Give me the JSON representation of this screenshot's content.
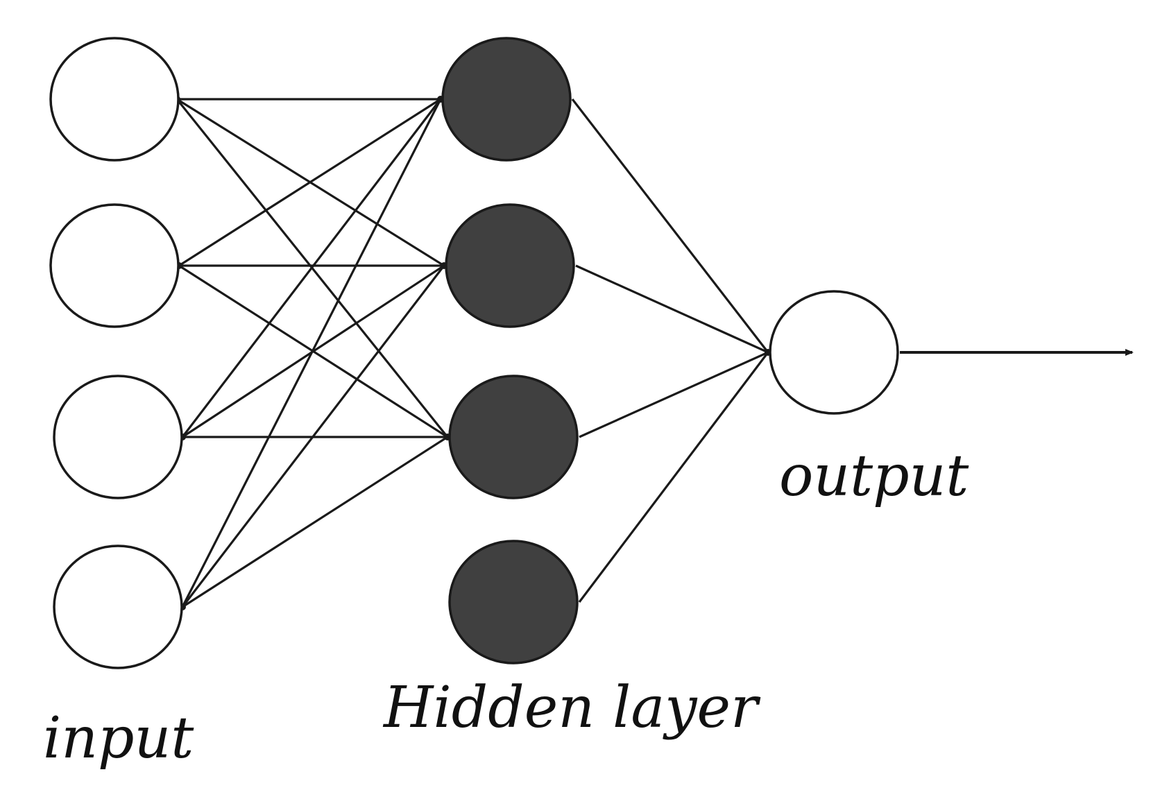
{
  "labels": {
    "input": "input",
    "hidden": "Hidden layer",
    "output": "output"
  },
  "network": {
    "input_nodes": 4,
    "hidden_nodes": 4,
    "output_nodes": 1,
    "input_to_hidden": [
      [
        0,
        0
      ],
      [
        0,
        1
      ],
      [
        0,
        2
      ],
      [
        1,
        0
      ],
      [
        1,
        1
      ],
      [
        1,
        2
      ],
      [
        2,
        0
      ],
      [
        2,
        1
      ],
      [
        2,
        2
      ],
      [
        3,
        0
      ],
      [
        3,
        1
      ],
      [
        3,
        2
      ]
    ],
    "hidden_to_output": [
      [
        0,
        0
      ],
      [
        1,
        0
      ],
      [
        2,
        0
      ],
      [
        3,
        0
      ]
    ],
    "has_output_arrow": true
  },
  "colors": {
    "stroke": "#1a1a1a",
    "input_fill": "#ffffff",
    "hidden_fill": "#404040",
    "output_fill": "#ffffff",
    "background": "#ffffff"
  }
}
